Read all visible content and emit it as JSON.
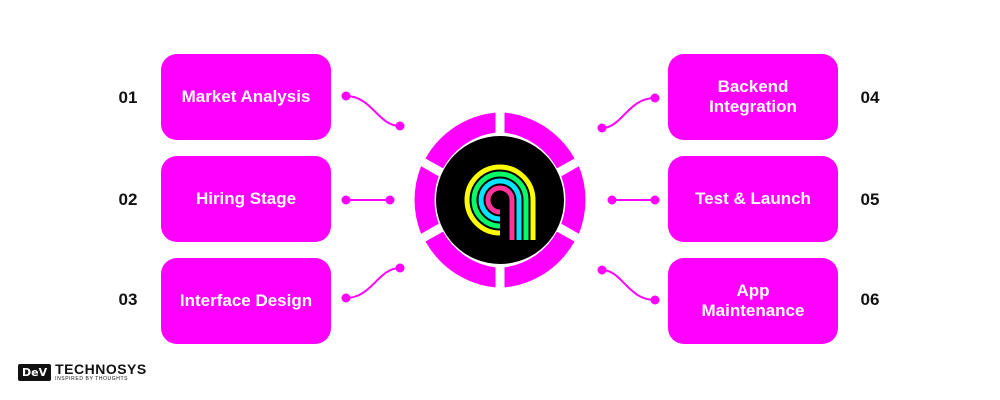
{
  "steps": [
    {
      "number": "01",
      "label": "Market Analysis"
    },
    {
      "number": "02",
      "label": "Hiring Stage"
    },
    {
      "number": "03",
      "label": "Interface Design"
    },
    {
      "number": "04",
      "label": "Backend\nIntegration"
    },
    {
      "number": "05",
      "label": "Test & Launch"
    },
    {
      "number": "06",
      "label": "App\nMaintenance"
    }
  ],
  "colors": {
    "accent": "#ff00ff",
    "center_fill": "#000000",
    "ring_colors": [
      "#ffff00",
      "#00ff66",
      "#00e5ff",
      "#ff3399"
    ]
  },
  "logo": {
    "badge": "DeV",
    "name": "TECHNOSYS",
    "tagline": "INSPIRED BY THOUGHTS"
  }
}
